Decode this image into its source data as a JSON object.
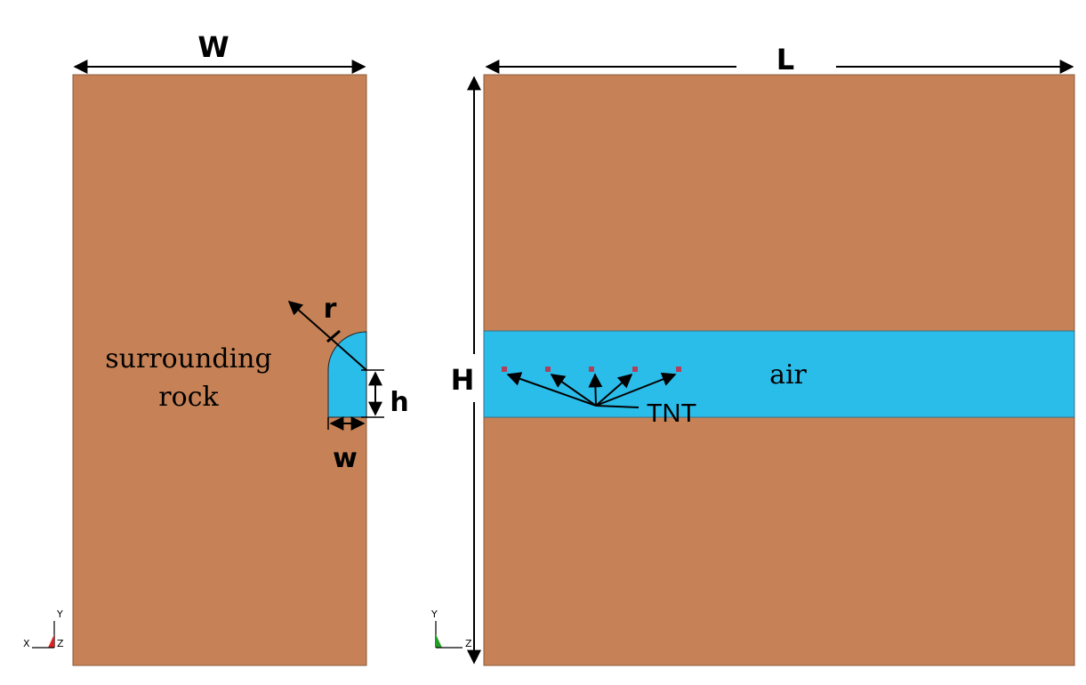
{
  "labels": {
    "W": "W",
    "L": "L",
    "H": "H",
    "r": "r",
    "h": "h",
    "w": "w",
    "rock_line1": "surrounding",
    "rock_line2": "rock",
    "air": "air",
    "tnt": "TNT"
  },
  "triads": {
    "left": {
      "y": "Y",
      "x": "X",
      "z": "Z"
    },
    "right": {
      "y": "Y",
      "z": "Z"
    }
  },
  "colors": {
    "rock": "#C68256",
    "air": "#2BBDEA",
    "charge": "#B0405A",
    "line": "#000000",
    "triad_left": "#E02020",
    "triad_right": "#20A020"
  },
  "charge_count": 5
}
